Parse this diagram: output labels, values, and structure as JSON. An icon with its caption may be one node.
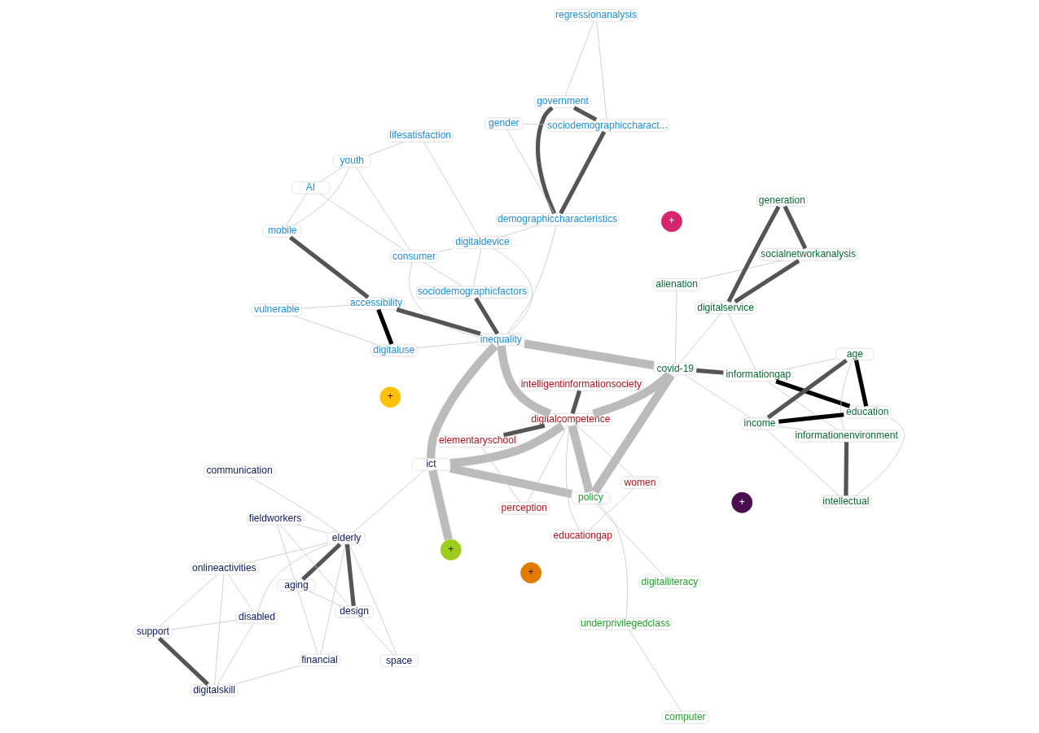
{
  "diagram": {
    "nodes": [
      {
        "text": [
          "support"
        ]
      },
      {
        "text": [
          "digitalskill"
        ]
      },
      {
        "text": [
          "disabled"
        ]
      },
      {
        "text": [
          "onlineactivities"
        ]
      },
      {
        "text": [
          "financial"
        ]
      },
      {
        "text": [
          "ict"
        ]
      },
      {
        "text": [
          "communication"
        ]
      },
      {
        "text": [
          "elderly"
        ]
      },
      {
        "text": [
          "aging"
        ]
      },
      {
        "text": [
          "space"
        ]
      },
      {
        "text": [
          "design"
        ]
      },
      {
        "text": [
          "fieldworkers"
        ]
      },
      {
        "text": [
          "youth"
        ]
      },
      {
        "text": [
          "AI"
        ]
      },
      {
        "text": [
          "sociodemographicfactors"
        ]
      },
      {
        "text": [
          "consumer"
        ]
      },
      {
        "text": [
          "lifesatisfaction"
        ]
      },
      {
        "text": [
          "digitaldevice"
        ]
      },
      {
        "text": [
          "mobile"
        ]
      },
      {
        "text": [
          "inequality"
        ]
      },
      {
        "text": [
          "demographiccharacteristics"
        ]
      },
      {
        "text": [
          "accessibility"
        ]
      },
      {
        "text": [
          "digitaluse"
        ]
      },
      {
        "text": [
          "gender"
        ]
      },
      {
        "text": [
          "vulnerable"
        ]
      },
      {
        "text": [
          "sociodemographiccharact..."
        ]
      },
      {
        "text": [
          "government"
        ]
      },
      {
        "text": [
          "regressionanalysis"
        ]
      },
      {
        "text": [
          "computer"
        ]
      },
      {
        "text": [
          "underprivilegedclass"
        ]
      },
      {
        "text": [
          "policy"
        ]
      },
      {
        "text": [
          "digitalliteracy"
        ]
      },
      {
        "text": [
          "perception"
        ]
      },
      {
        "text": [
          "elementaryschool"
        ]
      },
      {
        "text": [
          "digitalcompetence"
        ]
      },
      {
        "text": [
          "women"
        ]
      },
      {
        "text": [
          "educationgap"
        ]
      },
      {
        "text": [
          "intelligentinformationsociety"
        ]
      },
      {
        "text": [
          "alienation"
        ]
      },
      {
        "text": [
          "generation"
        ]
      },
      {
        "text": [
          "socialnetworkanalysis"
        ]
      },
      {
        "text": [
          "informationgap"
        ]
      },
      {
        "text": [
          "covid-19"
        ]
      },
      {
        "text": [
          "digitalservice"
        ]
      },
      {
        "text": [
          "age"
        ]
      },
      {
        "text": [
          "income"
        ]
      },
      {
        "text": [
          "informationenvironment"
        ]
      },
      {
        "text": [
          "intellectual"
        ]
      },
      {
        "text": [
          "education"
        ]
      },
      {
        "text": [
          "+"
        ]
      },
      {
        "text": [
          "+"
        ]
      },
      {
        "text": [
          "+"
        ]
      },
      {
        "text": [
          "+"
        ]
      },
      {
        "text": [
          "+"
        ]
      }
    ],
    "edges": [
      {
        "from": 0,
        "to": 1,
        "arrow": "none",
        "style": "thick",
        "color": "#555555"
      },
      {
        "from": 7,
        "to": 8,
        "arrow": "none",
        "style": "thick",
        "color": "#555555"
      },
      {
        "from": 7,
        "to": 10,
        "arrow": "none",
        "style": "thick",
        "color": "#555555"
      },
      {
        "from": 0,
        "to": 2,
        "arrow": "none"
      },
      {
        "from": 0,
        "to": 3,
        "arrow": "none"
      },
      {
        "from": 2,
        "to": 3,
        "arrow": "none"
      },
      {
        "from": 2,
        "to": 1,
        "arrow": "none"
      },
      {
        "from": 3,
        "to": 1,
        "arrow": "none"
      },
      {
        "from": 1,
        "to": 4,
        "arrow": "none"
      },
      {
        "from": 2,
        "to": 7,
        "arrow": "none"
      },
      {
        "from": 3,
        "to": 7,
        "arrow": "none"
      },
      {
        "from": 5,
        "to": 7,
        "arrow": "none"
      },
      {
        "from": 4,
        "to": 7,
        "arrow": "none"
      },
      {
        "from": 6,
        "to": 7,
        "arrow": "none"
      },
      {
        "from": 9,
        "to": 7,
        "arrow": "none"
      },
      {
        "from": 9,
        "to": 10,
        "arrow": "none"
      },
      {
        "from": 10,
        "to": 8,
        "arrow": "none"
      },
      {
        "from": 10,
        "to": 11,
        "arrow": "none"
      },
      {
        "from": 11,
        "to": 8,
        "arrow": "none"
      },
      {
        "from": 7,
        "to": 11,
        "arrow": "none"
      },
      {
        "from": 4,
        "to": 8,
        "arrow": "none"
      },
      {
        "from": 21,
        "to": 22,
        "arrow": "none",
        "style": "thick",
        "color": "#000000"
      },
      {
        "from": 21,
        "to": 19,
        "arrow": "none",
        "style": "thick",
        "color": "#555555"
      },
      {
        "from": 21,
        "to": 18,
        "arrow": "none",
        "style": "thick",
        "color": "#555555"
      },
      {
        "from": 19,
        "to": 14,
        "arrow": "none",
        "style": "thick",
        "color": "#555555"
      },
      {
        "from": 25,
        "to": 20,
        "arrow": "none",
        "style": "thick",
        "color": "#555555"
      },
      {
        "from": 25,
        "to": 26,
        "arrow": "none",
        "style": "thick",
        "color": "#555555"
      },
      {
        "from": 20,
        "to": 26,
        "arrow": "none",
        "style": "thick",
        "color": "#555555"
      },
      {
        "from": 12,
        "to": 16,
        "arrow": "none"
      },
      {
        "from": 12,
        "to": 13,
        "arrow": "none"
      },
      {
        "from": 12,
        "to": 15,
        "arrow": "none"
      },
      {
        "from": 12,
        "to": 18,
        "arrow": "none"
      },
      {
        "from": 13,
        "to": 15,
        "arrow": "none"
      },
      {
        "from": 13,
        "to": 18,
        "arrow": "none"
      },
      {
        "from": 15,
        "to": 17,
        "arrow": "none"
      },
      {
        "from": 15,
        "to": 14,
        "arrow": "none"
      },
      {
        "from": 15,
        "to": 19,
        "arrow": "none"
      },
      {
        "from": 14,
        "to": 17,
        "arrow": "none"
      },
      {
        "from": 19,
        "to": 17,
        "arrow": "none"
      },
      {
        "from": 19,
        "to": 20,
        "arrow": "none"
      },
      {
        "from": 17,
        "to": 20,
        "arrow": "none"
      },
      {
        "from": 21,
        "to": 24,
        "arrow": "none"
      },
      {
        "from": 24,
        "to": 22,
        "arrow": "none"
      },
      {
        "from": 22,
        "to": 19,
        "arrow": "none"
      },
      {
        "from": 23,
        "to": 20,
        "arrow": "none"
      },
      {
        "from": 23,
        "to": 25,
        "arrow": "none"
      },
      {
        "from": 27,
        "to": 25,
        "arrow": "none"
      },
      {
        "from": 27,
        "to": 26,
        "arrow": "none"
      },
      {
        "from": 16,
        "to": 17,
        "arrow": "none"
      },
      {
        "from": 28,
        "to": 29,
        "arrow": "none"
      },
      {
        "from": 29,
        "to": 30,
        "arrow": "none"
      },
      {
        "from": 30,
        "to": 31,
        "arrow": "none"
      },
      {
        "from": 33,
        "to": 34,
        "arrow": "none",
        "style": "thick",
        "color": "#555555"
      },
      {
        "from": 34,
        "to": 37,
        "arrow": "none",
        "style": "thick",
        "color": "#555555"
      },
      {
        "from": 32,
        "to": 33,
        "arrow": "none"
      },
      {
        "from": 32,
        "to": 34,
        "arrow": "none"
      },
      {
        "from": 35,
        "to": 36,
        "arrow": "none"
      },
      {
        "from": 34,
        "to": 36,
        "arrow": "none"
      },
      {
        "from": 34,
        "to": 35,
        "arrow": "none"
      },
      {
        "from": 41,
        "to": 48,
        "arrow": "none",
        "style": "thick",
        "color": "#000000"
      },
      {
        "from": 44,
        "to": 48,
        "arrow": "none",
        "style": "thick",
        "color": "#000000"
      },
      {
        "from": 45,
        "to": 48,
        "arrow": "none",
        "style": "thick",
        "color": "#000000"
      },
      {
        "from": 44,
        "to": 45,
        "arrow": "none",
        "style": "thick",
        "color": "#555555"
      },
      {
        "from": 46,
        "to": 47,
        "arrow": "none",
        "style": "thick",
        "color": "#555555"
      },
      {
        "from": 41,
        "to": 42,
        "arrow": "none",
        "style": "thick",
        "color": "#555555"
      },
      {
        "from": 39,
        "to": 40,
        "arrow": "none",
        "style": "thick",
        "color": "#555555"
      },
      {
        "from": 39,
        "to": 43,
        "arrow": "none",
        "style": "thick",
        "color": "#555555"
      },
      {
        "from": 40,
        "to": 43,
        "arrow": "none",
        "style": "thick",
        "color": "#555555"
      },
      {
        "from": 45,
        "to": 42,
        "arrow": "none"
      },
      {
        "from": 38,
        "to": 42,
        "arrow": "none"
      },
      {
        "from": 38,
        "to": 40,
        "arrow": "none"
      },
      {
        "from": 41,
        "to": 44,
        "arrow": "none"
      },
      {
        "from": 41,
        "to": 46,
        "arrow": "none"
      },
      {
        "from": 44,
        "to": 46,
        "arrow": "none"
      },
      {
        "from": 48,
        "to": 47,
        "arrow": "none"
      },
      {
        "from": 45,
        "to": 47,
        "arrow": "none"
      },
      {
        "from": 42,
        "to": 43,
        "arrow": "none"
      },
      {
        "from": 41,
        "to": 43,
        "arrow": "none"
      },
      {
        "from": 46,
        "to": 45,
        "arrow": "none"
      },
      {
        "from": 5,
        "to": 19,
        "arrow": "none",
        "style": "thick",
        "color": "#bbbbbb"
      },
      {
        "from": 5,
        "to": 34,
        "arrow": "none",
        "style": "thick",
        "color": "#bbbbbb"
      },
      {
        "from": 5,
        "to": 30,
        "arrow": "none",
        "style": "thick",
        "color": "#bbbbbb"
      },
      {
        "from": 5,
        "to": 50,
        "arrow": "none",
        "style": "thick",
        "color": "#bbbbbb"
      },
      {
        "from": 42,
        "to": 19,
        "arrow": "none",
        "style": "thick",
        "color": "#bbbbbb"
      },
      {
        "from": 42,
        "to": 34,
        "arrow": "none",
        "style": "thick",
        "color": "#bbbbbb"
      },
      {
        "from": 42,
        "to": 30,
        "arrow": "none",
        "style": "thick",
        "color": "#bbbbbb"
      },
      {
        "from": 19,
        "to": 34,
        "arrow": "none",
        "style": "thick",
        "color": "#bbbbbb"
      },
      {
        "from": 30,
        "to": 34,
        "arrow": "none",
        "style": "thick",
        "color": "#bbbbbb"
      }
    ]
  }
}
